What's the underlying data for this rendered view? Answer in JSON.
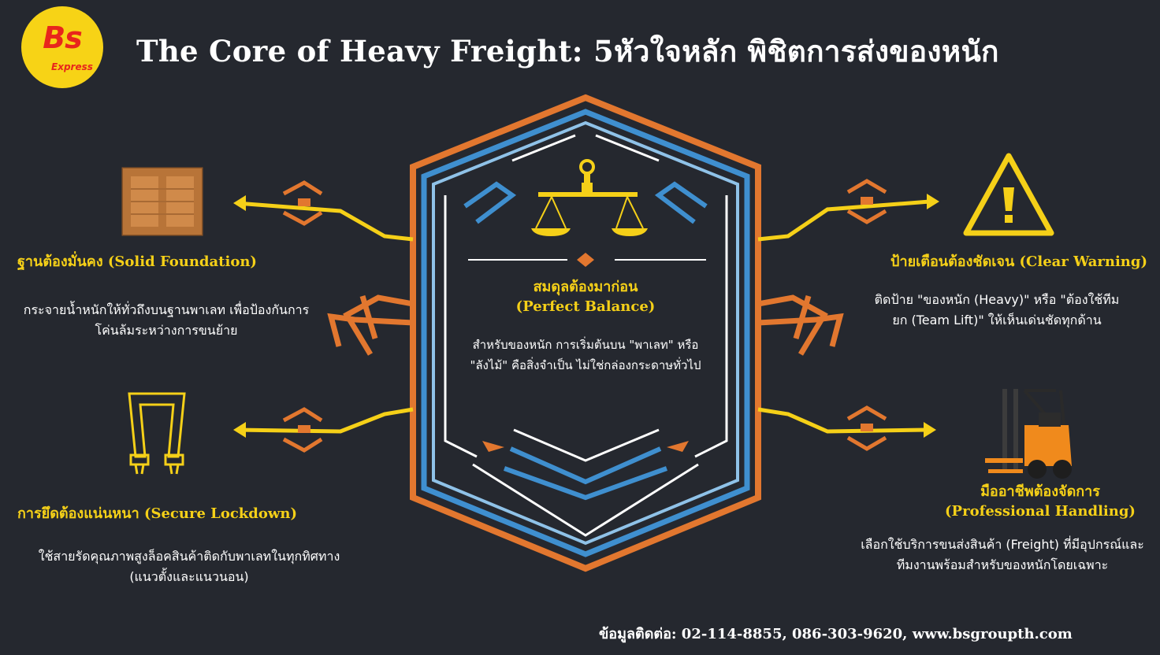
{
  "brand": {
    "logo_text": "Bs",
    "logo_sub": "Express",
    "colors": {
      "yellow": "#f5d018",
      "orange": "#e2772f",
      "blue": "#3f8fcf",
      "background": "#25282f"
    }
  },
  "title": "The Core of Heavy Freight: 5หัวใจหลัก พิชิตการส่งของหนัก",
  "pillars": {
    "foundation": {
      "heading": "ฐานต้องมั่นคง (Solid Foundation)",
      "body_1": "กระจายน้ำหนักให้ทั่วถึงบนฐานพาเลท เพื่อป้องกันการ",
      "body_2": "โค่นล้มระหว่างการขนย้าย",
      "icon": "wooden-crate-icon"
    },
    "lockdown": {
      "heading": "การยึดต้องแน่นหนา (Secure Lockdown)",
      "body_1": "ใช้สายรัดคุณภาพสูงล็อคสินค้าติดกับพาเลทในทุกทิศทาง",
      "body_2": "(แนวตั้งและแนวนอน)",
      "icon": "strap-icon"
    },
    "balance": {
      "heading_1": "สมดุลต้องมาก่อน",
      "heading_2": "(Perfect Balance)",
      "body_1": "สำหรับของหนัก การเริ่มต้นบน \"พาเลท\" หรือ",
      "body_2": "\"ลังไม้\" คือสิ่งจำเป็น ไม่ใช่กล่องกระดาษทั่วไป",
      "icon": "balance-scale-icon"
    },
    "warning": {
      "heading": "ป้ายเตือนต้องชัดเจน (Clear Warning)",
      "body_1": "ติดป้าย \"ของหนัก (Heavy)\" หรือ \"ต้องใช้ทีม",
      "body_2": "ยก (Team Lift)\" ให้เห็นเด่นชัดทุกด้าน",
      "icon": "warning-sign-icon"
    },
    "handling": {
      "heading_1": "มืออาชีพต้องจัดการ",
      "heading_2": "(Professional Handling)",
      "body_1": "เลือกใช้บริการขนส่งสินค้า (Freight) ที่มีอุปกรณ์และ",
      "body_2": "ทีมงานพร้อมสำหรับของหนักโดยเฉพาะ",
      "icon": "forklift-icon"
    }
  },
  "contact": "ข้อมูลติดต่อ: 02-114-8855, 086-303-9620, www.bsgroupth.com"
}
